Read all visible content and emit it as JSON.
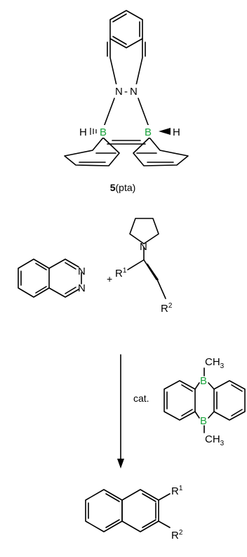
{
  "compound": {
    "number": "5",
    "abbrev": "(pta)",
    "atoms": {
      "n": "N",
      "b": "B",
      "h": "H"
    }
  },
  "reaction": {
    "plus": "+",
    "r1": "R",
    "r1_sup": "1",
    "r2": "R",
    "r2_sup": "2",
    "catalyst_label": "cat.",
    "catalyst_b": "B",
    "methyl_c": "CH",
    "methyl_sub": "3"
  },
  "colors": {
    "boron": "#1aa33c",
    "bonds": "#000000"
  }
}
